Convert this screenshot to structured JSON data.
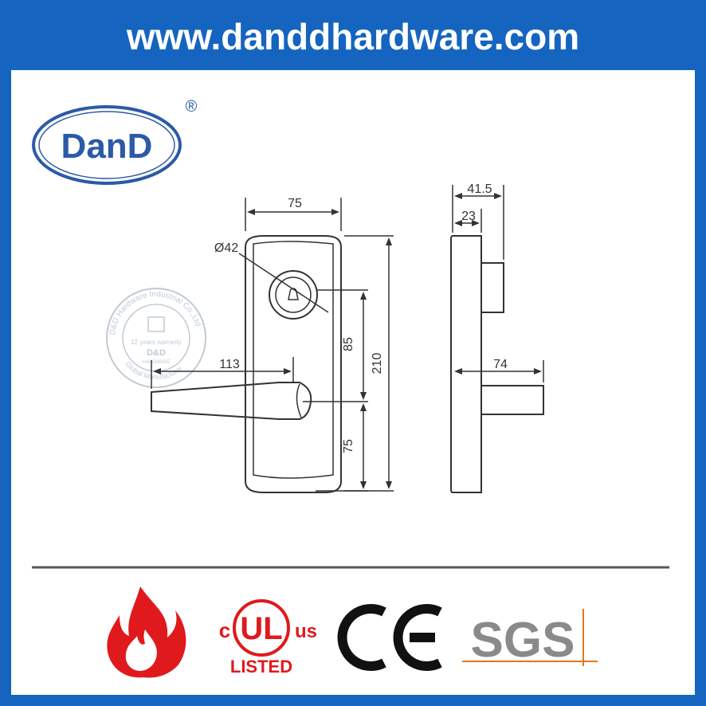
{
  "header": {
    "url": "www.danddhardware.com"
  },
  "logo": {
    "text": "DanD",
    "registered": "®"
  },
  "watermark": {
    "ring_text": "D&D Hardware Industrial Co.,Ltd",
    "ring_text_bottom": "Global Manufacturer",
    "center_line1": "12 years warranty",
    "center_line2": "D&D",
    "center_line3": "HARDWARE"
  },
  "dimensions": {
    "front_width": "75",
    "cylinder_diameter": "Ø42",
    "lever_length": "113",
    "cylinder_to_lever": "85",
    "lever_to_bottom": "75",
    "total_height": "210",
    "side_total_depth": "41.5",
    "side_plate_depth": "23",
    "side_lever_projection": "74"
  },
  "certifications": {
    "ul_c": "c",
    "ul_mark": "UL",
    "ul_us": "us",
    "ul_listed": "LISTED",
    "ce": "CE",
    "sgs": "SGS"
  },
  "colors": {
    "brand_blue": "#1565c0",
    "logo_blue": "#2b5aa6",
    "fire_red": "#e0191d",
    "sgs_gray": "#8a8a8a"
  }
}
